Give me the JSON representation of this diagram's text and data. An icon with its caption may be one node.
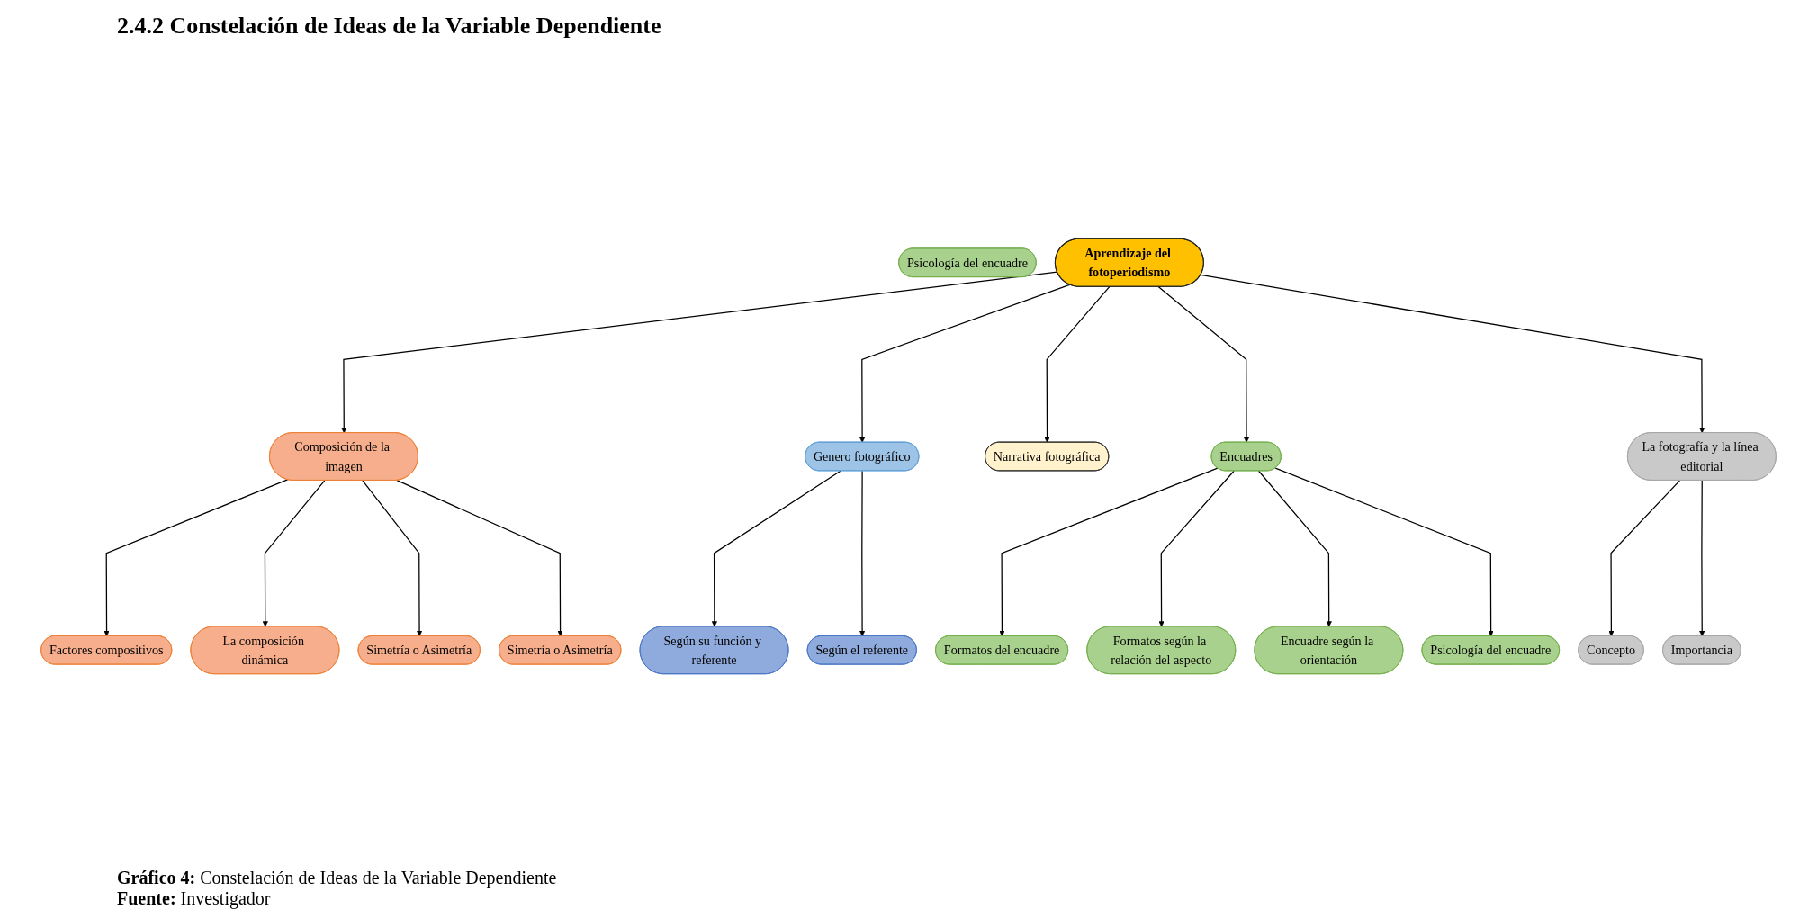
{
  "diagram": {
    "title": "2.4.2 Constelación de Ideas de la Variable Dependiente",
    "caption": "**Gráfico 4:** Constelación de Ideas de la Variable Dependiente",
    "nodes": [
      {
        "text": [
          "Aprendizaje del fotoperiodismo"
        ]
      },
      {
        "text": [
          "Composición de la imagen"
        ]
      },
      {
        "text": [
          "Factores compositivos"
        ]
      },
      {
        "text": [
          "La composición dinámica"
        ]
      },
      {
        "text": [
          "Simetría o Asimetría"
        ]
      },
      {
        "text": [
          "Simetría o Asimetría"
        ]
      },
      {
        "text": [
          "Psicología del encuadre"
        ]
      },
      {
        "text": [
          "Genero fotográfico"
        ]
      },
      {
        "text": [
          "Según su función y referente"
        ]
      },
      {
        "text": [
          "Según el referente"
        ]
      },
      {
        "text": [
          "Narrativa fotográfica"
        ]
      },
      {
        "text": [
          "Encuadres"
        ]
      },
      {
        "text": [
          "Formatos del encuadre"
        ]
      },
      {
        "text": [
          "Formatos según la relación del aspecto"
        ]
      },
      {
        "text": [
          "Encuadre según la orientación"
        ]
      },
      {
        "text": [
          "Psicología del encuadre"
        ]
      },
      {
        "text": [
          "La fotografía y la línea editorial"
        ]
      },
      {
        "text": [
          "Concepto"
        ]
      },
      {
        "text": [
          "Importancia"
        ]
      }
    ],
    "edges": [
      {
        "from": 0,
        "to": 1,
        "arrow": "to"
      },
      {
        "from": 1,
        "to": 2,
        "arrow": "to"
      },
      {
        "from": 1,
        "to": 3,
        "arrow": "to"
      },
      {
        "from": 1,
        "to": 4,
        "arrow": "to"
      },
      {
        "from": 1,
        "to": 5,
        "arrow": "to"
      },
      {
        "from": 0,
        "to": 7,
        "arrow": "to"
      },
      {
        "from": 7,
        "to": 8,
        "arrow": "to"
      },
      {
        "from": 7,
        "to": 9,
        "arrow": "to"
      },
      {
        "from": 0,
        "to": 10,
        "arrow": "to"
      },
      {
        "from": 0,
        "to": 11,
        "arrow": "to"
      },
      {
        "from": 11,
        "to": 12,
        "arrow": "to"
      },
      {
        "from": 11,
        "to": 13,
        "arrow": "to"
      },
      {
        "from": 11,
        "to": 14,
        "arrow": "to"
      },
      {
        "from": 11,
        "to": 15,
        "arrow": "to"
      },
      {
        "from": 0,
        "to": 16,
        "arrow": "to"
      },
      {
        "from": 16,
        "to": 17,
        "arrow": "to"
      },
      {
        "from": 16,
        "to": 18,
        "arrow": "to"
      }
    ],
    "labels": [
      "**Fuente:** Investigador"
    ]
  }
}
